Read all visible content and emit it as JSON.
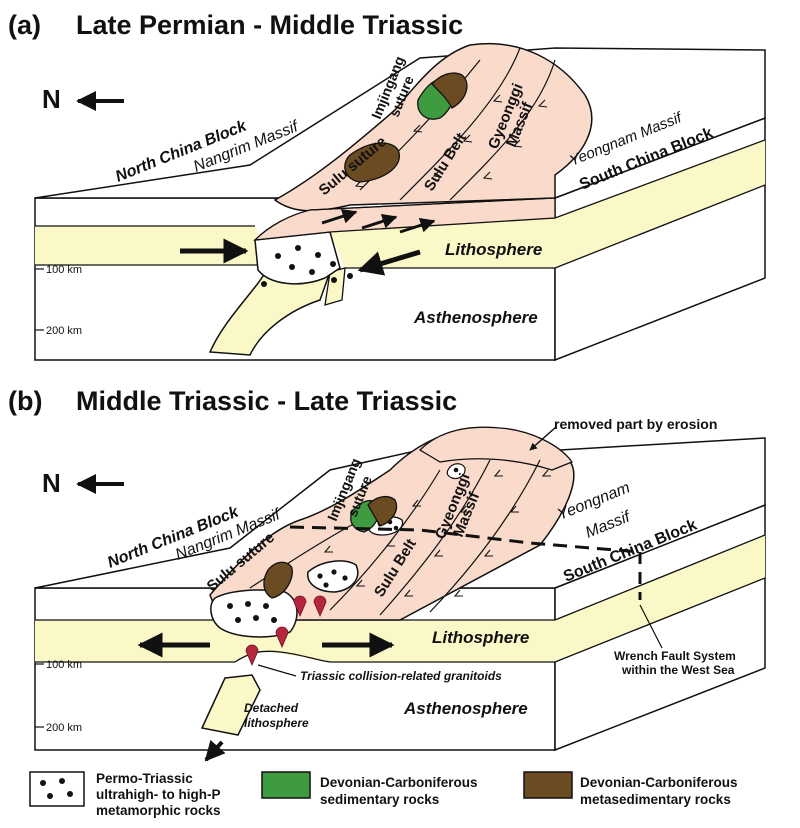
{
  "colors": {
    "lithosphere": "#fbf8c8",
    "belt": "#fadacb",
    "devonian_sedimentary": "#3f9b3f",
    "devonian_metasedimentary": "#6b4b22",
    "granitoid": "#b6263c"
  },
  "panel_a": {
    "tag": "(a)",
    "title": "Late Permian - Middle Triassic",
    "north_symbol": "N",
    "north_china_block": "North China Block",
    "nangrim_massif": "Nangrim Massif",
    "imjingang_suture_1": "Imjingang",
    "imjingang_suture_2": "suture",
    "sulu_suture": "Sulu suture",
    "sulu_belt": "Sulu Belt",
    "gyeonggi_massif_1": "Gyeonggi",
    "gyeonggi_massif_2": "Massif",
    "yeongnam_massif": "Yeongnam Massif",
    "south_china_block": "South China Block",
    "lithosphere": "Lithosphere",
    "asthenosphere": "Asthenosphere",
    "depth_100": "100 km",
    "depth_200": "200 km"
  },
  "panel_b": {
    "tag": "(b)",
    "title": "Middle Triassic - Late Triassic",
    "north_symbol": "N",
    "north_china_block": "North China Block",
    "nangrim_massif": "Nangrim Massif",
    "imjingang_suture_1": "Imjingang",
    "imjingang_suture_2": "suture",
    "sulu_suture": "Sulu suture",
    "sulu_belt": "Sulu Belt",
    "gyeonggi_massif_1": "Gyeonggi",
    "gyeonggi_massif_2": "Massif",
    "yeongnam_1": "Yeongnam",
    "yeongnam_2": "Massif",
    "south_china_block": "South China Block",
    "lithosphere": "Lithosphere",
    "asthenosphere": "Asthenosphere",
    "depth_100": "100 km",
    "depth_200": "200 km",
    "removed_part": "removed part by erosion",
    "granitoids": "Triassic collision-related granitoids",
    "detached_1": "Detached",
    "detached_2": "lithosphere",
    "wrench_1": "Wrench Fault System",
    "wrench_2": "within the West Sea"
  },
  "legend": {
    "uhp_1": "Permo-Triassic",
    "uhp_2": "ultrahigh- to high-P",
    "uhp_3": "metamorphic rocks",
    "sed_1": "Devonian-Carboniferous",
    "sed_2": "sedimentary rocks",
    "meta_1": "Devonian-Carboniferous",
    "meta_2": "metasedimentary rocks"
  }
}
